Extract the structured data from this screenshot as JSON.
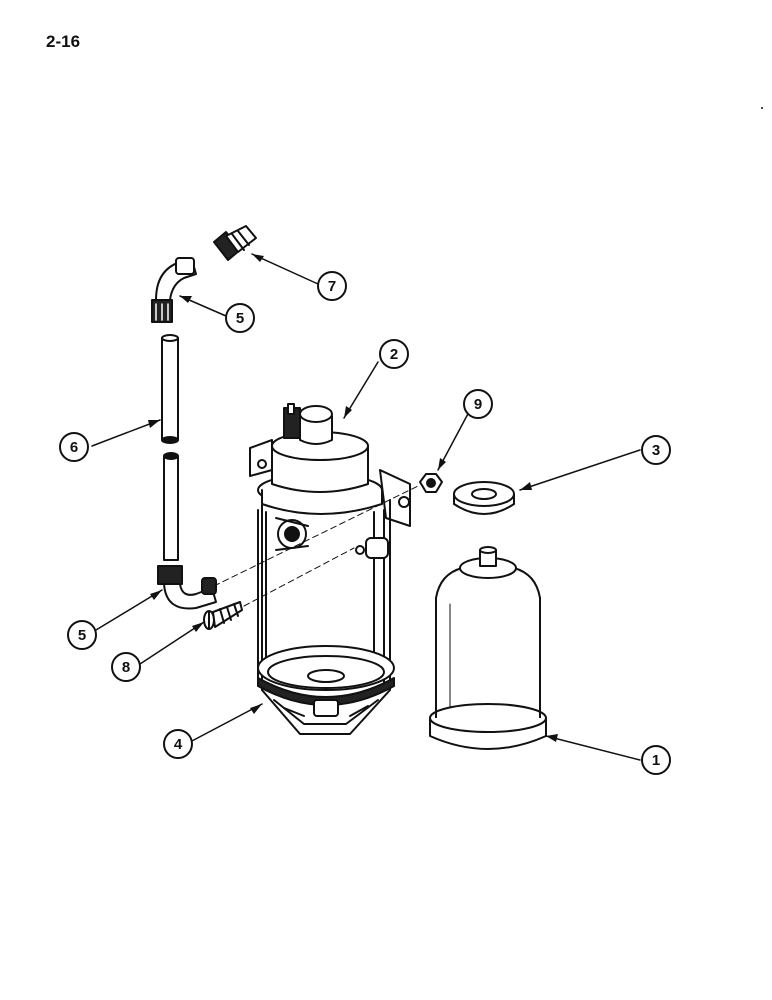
{
  "page": {
    "number": "2-16"
  },
  "callouts": [
    {
      "id": "c1",
      "label": "1"
    },
    {
      "id": "c2",
      "label": "2"
    },
    {
      "id": "c3",
      "label": "3"
    },
    {
      "id": "c4",
      "label": "4"
    },
    {
      "id": "c5a",
      "label": "5"
    },
    {
      "id": "c5b",
      "label": "5"
    },
    {
      "id": "c6",
      "label": "6"
    },
    {
      "id": "c7",
      "label": "7"
    },
    {
      "id": "c8",
      "label": "8"
    },
    {
      "id": "c9",
      "label": "9"
    }
  ]
}
